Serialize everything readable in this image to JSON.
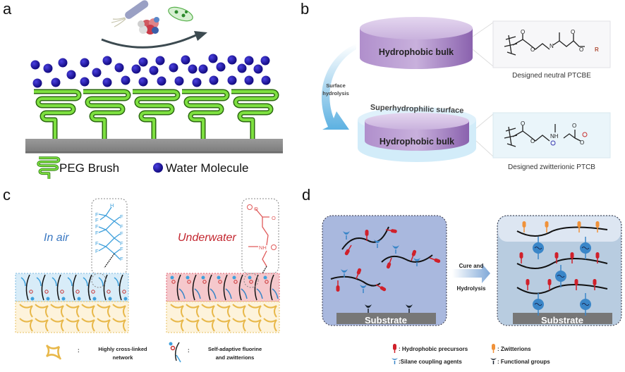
{
  "panels": {
    "a": {
      "label": "a",
      "legend": {
        "brush": "PEG Brush",
        "water": "Water Molecule"
      },
      "colors": {
        "brush": "#5cc22c",
        "water": "#1a0f9e",
        "substrate": "#8c8c8c",
        "arrow": "#3c4a50"
      }
    },
    "b": {
      "label": "b",
      "top_cylinder": "Hydrophobic bulk",
      "bottom_cylinder": "Hydrophobic bulk",
      "surface_label": "Superhydrophilic surface",
      "process": [
        "Surface",
        "hydrolysis"
      ],
      "top_caption": "Designed neutral PTCBE",
      "bottom_caption": "Designed zwitterionic PTCB",
      "atoms": {
        "O": "O",
        "N": "N",
        "NH": "NH",
        "R": "R"
      },
      "colors": {
        "cylinder": "#a27cc0",
        "surface": "#bfe3f5",
        "arrow": "#4aa8de",
        "R": "#b0503a"
      }
    },
    "c": {
      "label": "c",
      "in_air": "In air",
      "underwater": "Underwater",
      "fluoro_atoms": {
        "F": "F",
        "H": "H"
      },
      "zwitter_atoms": {
        "O": "O",
        "NH": "NH"
      },
      "legend": {
        "network": [
          "Highly cross-linked",
          "network"
        ],
        "adaptive": [
          "Self-adaptive fluorine",
          "and zwitterions"
        ],
        "colon": ":"
      },
      "colors": {
        "air": "#3a78c2",
        "water": "#c3262f",
        "fluoro": "#3ea0dc",
        "network": "#e8b84a"
      }
    },
    "d": {
      "label": "d",
      "process": [
        "Cure and",
        "Hydrolysis"
      ],
      "substrate_left": "Substrate",
      "substrate_right": "Substrate",
      "legend": [
        {
          "text": ": Hydrophobic precursors",
          "icon": "red-precursor-icon"
        },
        {
          "text": ": Zwitterions",
          "icon": "orange-zwitterion-icon"
        },
        {
          "text": ":Silane coupling agents",
          "icon": "blue-silane-icon"
        },
        {
          "text": ": Functional groups",
          "icon": "black-functional-group-icon"
        }
      ],
      "colors": {
        "precursor": "#d0202a",
        "zwitterion": "#f0923a",
        "silane": "#3a86c8",
        "functional": "#1c2530",
        "box_left": "#a9b8de",
        "box_right": "#b8cce0"
      }
    }
  }
}
